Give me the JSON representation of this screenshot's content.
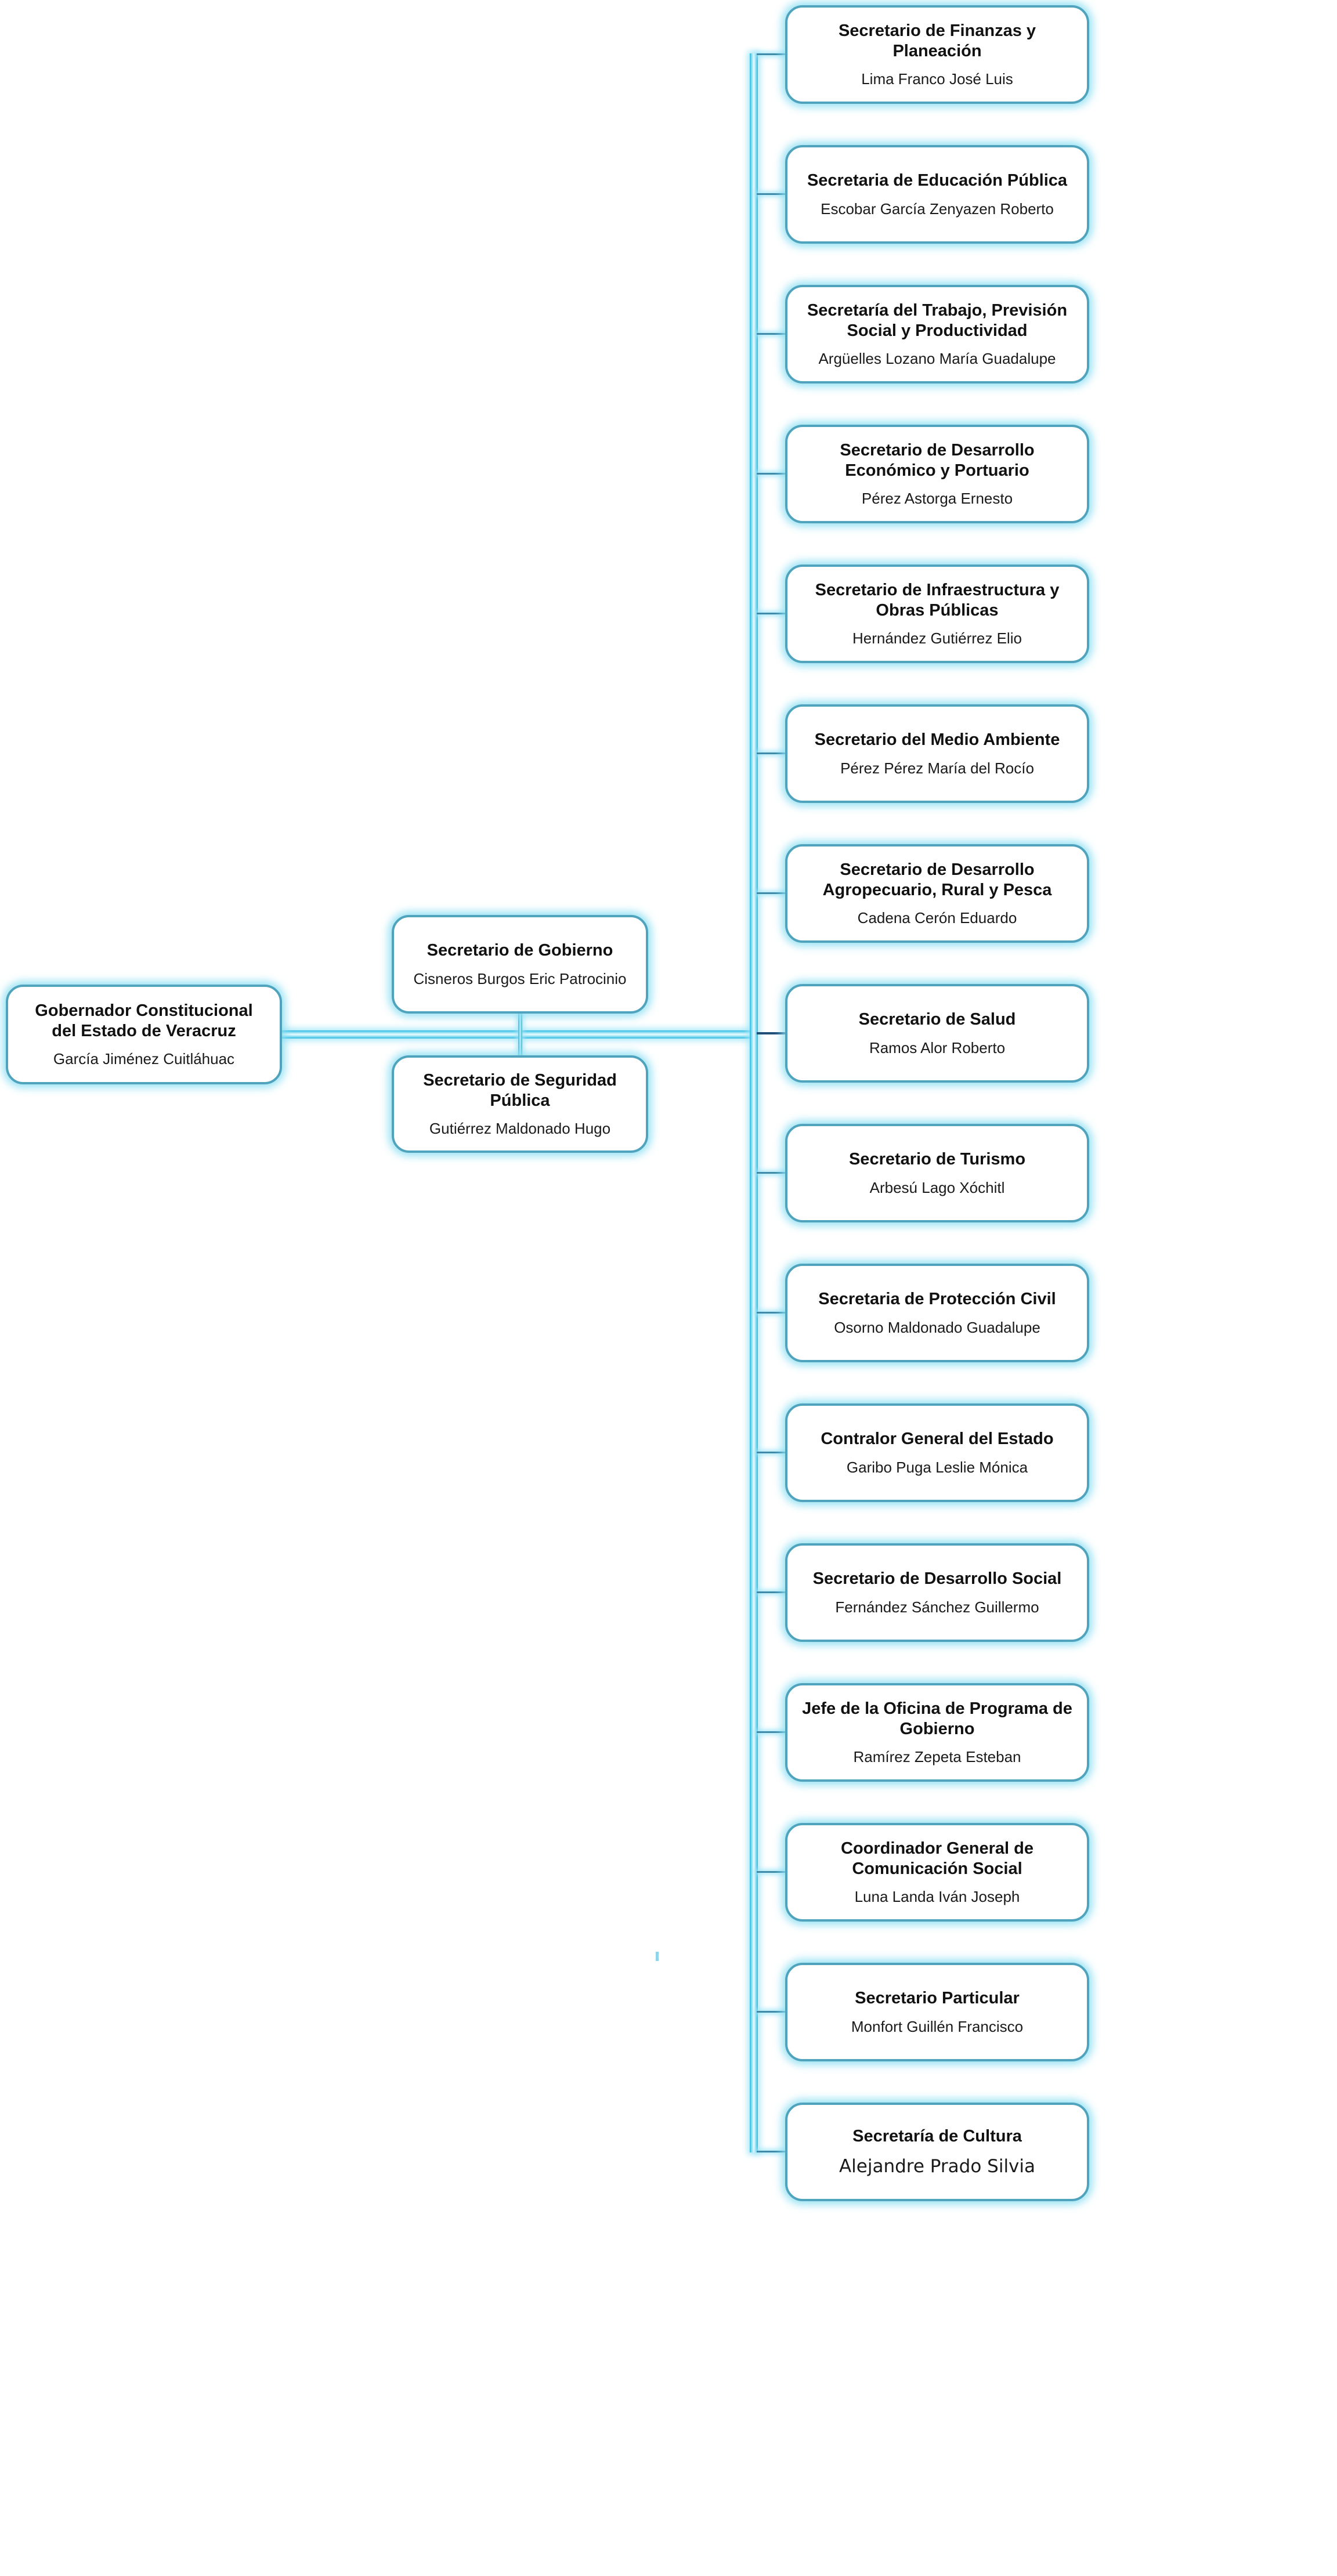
{
  "org_chart": {
    "colors": {
      "box_border": "#4FA3BD",
      "box_fill": "#FFFFFF",
      "glow": "#8ADEF2",
      "line_cyan": "#2FB9DF",
      "branch": "#3E8AA8",
      "branch_dark": "#1F4E79",
      "text": "#111111"
    },
    "governor": {
      "title": "Gobernador Constitucional del Estado de Veracruz",
      "name": "García Jiménez Cuitláhuac"
    },
    "advisors": [
      {
        "title": "Secretario de Gobierno",
        "name": "Cisneros Burgos Eric Patrocinio"
      },
      {
        "title": "Secretario de Seguridad Pública",
        "name": "Gutiérrez Maldonado Hugo"
      }
    ],
    "secretaries": [
      {
        "title": "Secretario de Finanzas y Planeación",
        "name": "Lima Franco José Luis"
      },
      {
        "title": "Secretaria de Educación Pública",
        "name": "Escobar García Zenyazen Roberto"
      },
      {
        "title": "Secretaría del Trabajo, Previsión Social y Productividad",
        "name": "Argüelles Lozano María Guadalupe"
      },
      {
        "title": "Secretario de Desarrollo Económico y Portuario",
        "name": "Pérez Astorga Ernesto"
      },
      {
        "title": "Secretario de Infraestructura y Obras Públicas",
        "name": "Hernández Gutiérrez Elio"
      },
      {
        "title": "Secretario del Medio Ambiente",
        "name": "Pérez Pérez María del Rocío"
      },
      {
        "title": "Secretario de Desarrollo Agropecuario, Rural y Pesca",
        "name": "Cadena Cerón Eduardo"
      },
      {
        "title": "Secretario de Salud",
        "name": "Ramos Alor Roberto"
      },
      {
        "title": "Secretario de Turismo",
        "name": "Arbesú Lago Xóchitl"
      },
      {
        "title": "Secretaria de Protección Civil",
        "name": "Osorno Maldonado Guadalupe"
      },
      {
        "title": "Contralor General del Estado",
        "name": "Garibo Puga Leslie Mónica"
      },
      {
        "title": "Secretario de Desarrollo Social",
        "name": "Fernández Sánchez Guillermo"
      },
      {
        "title": "Jefe de la Oficina de Programa de Gobierno",
        "name": "Ramírez Zepeta Esteban"
      },
      {
        "title": "Coordinador General de Comunicación Social",
        "name": "Luna Landa Iván Joseph"
      },
      {
        "title": "Secretario Particular",
        "name": "Monfort Guillén Francisco"
      },
      {
        "title": "Secretaría de Cultura",
        "name": "Alejandre Prado Silvia"
      }
    ]
  }
}
